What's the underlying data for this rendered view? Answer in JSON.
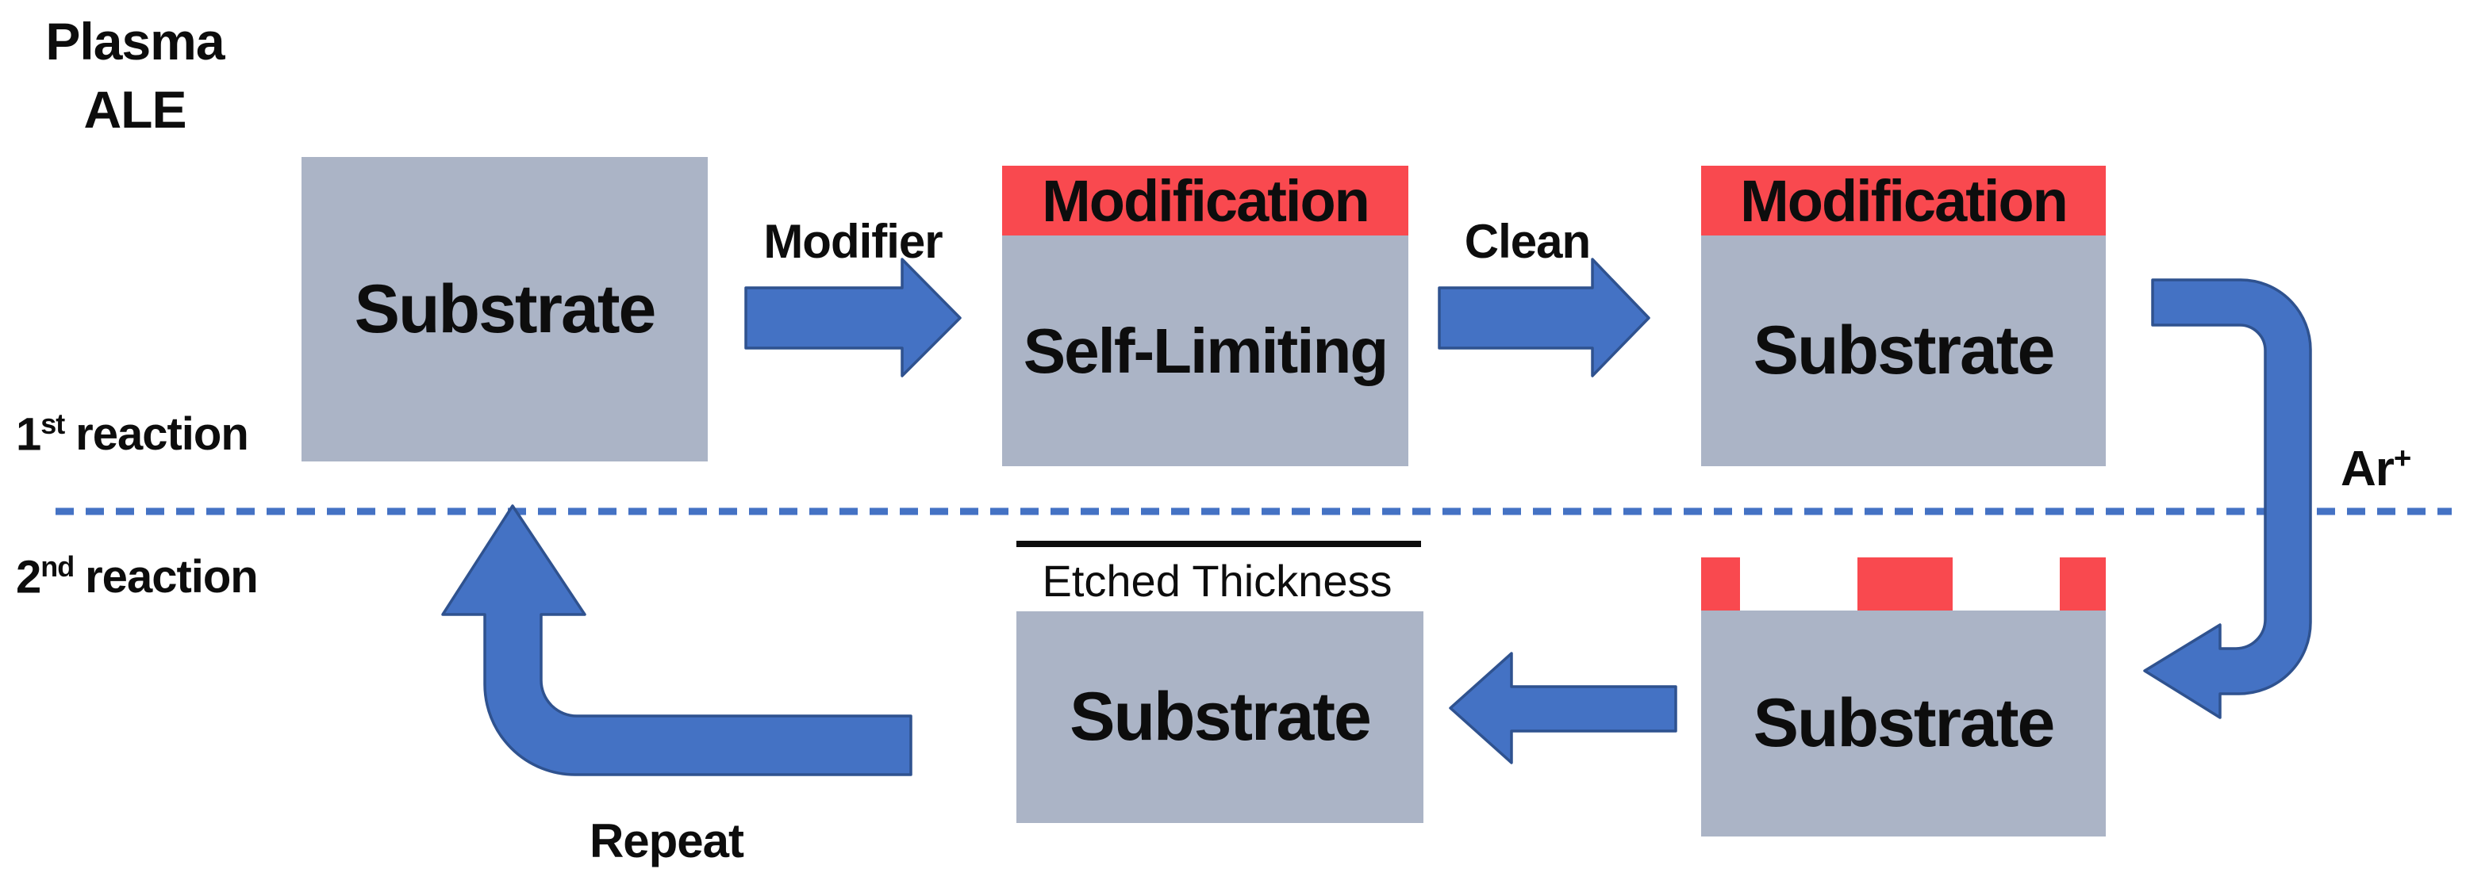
{
  "title": {
    "line1": "Plasma",
    "line2": "ALE"
  },
  "phase_labels": {
    "first": {
      "number": "1",
      "ordinal": "st",
      "word": "reaction"
    },
    "second": {
      "number": "2",
      "ordinal": "nd",
      "word": "reaction"
    }
  },
  "boxes": {
    "initial": {
      "label": "Substrate"
    },
    "modified": {
      "band": "Modification",
      "label": "Self-Limiting"
    },
    "cleaned": {
      "band": "Modification",
      "label": "Substrate"
    },
    "post_etch": {
      "label": "Substrate"
    },
    "final": {
      "label": "Substrate",
      "annotation": "Etched Thickness"
    }
  },
  "arrows": {
    "modifier_label": "Modifier",
    "clean_label": "Clean",
    "ion_label": "Ar",
    "ion_charge": "+",
    "repeat_label": "Repeat"
  },
  "colors": {
    "substrate_gray": "#abb4c6",
    "modification_red": "#f9494f",
    "arrow_blue": "#4472c4",
    "arrow_blue_dark": "#2f528f",
    "text_black": "#0d0d0d"
  }
}
